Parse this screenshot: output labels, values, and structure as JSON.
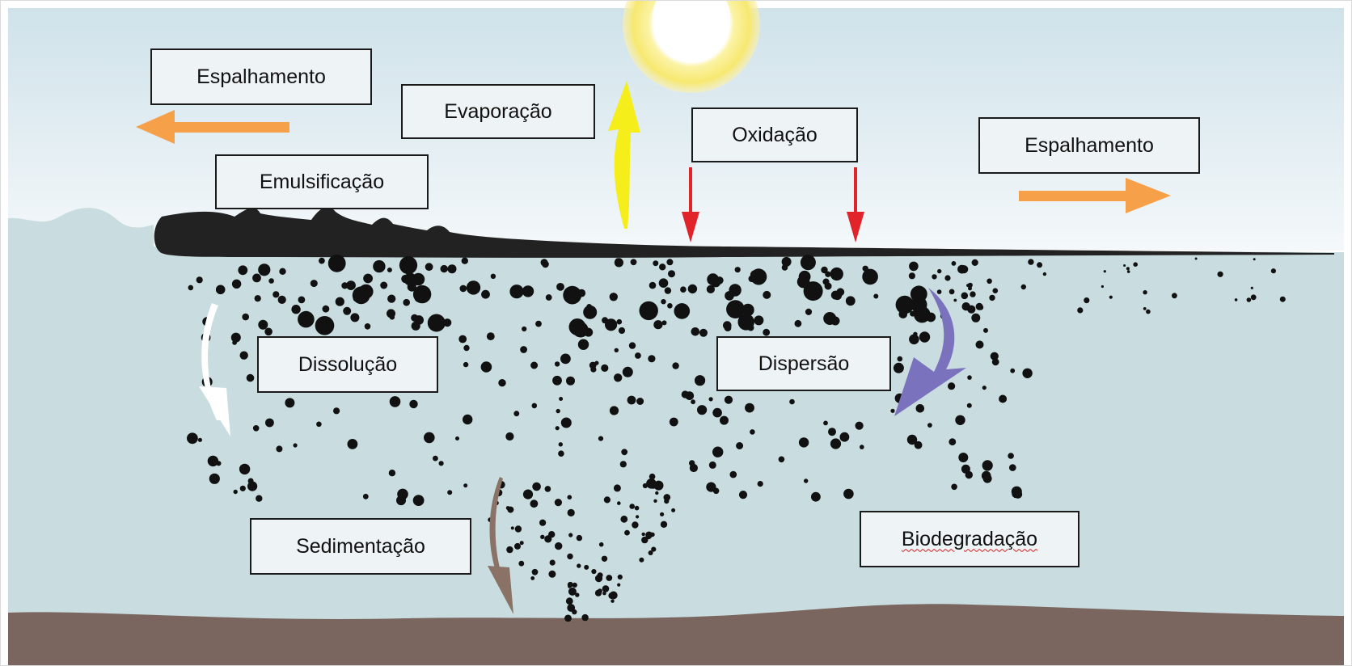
{
  "processes": {
    "spreading_left": "Espalhamento",
    "evaporation": "Evaporação",
    "oxidation": "Oxidação",
    "spreading_right": "Espalhamento",
    "emulsification": "Emulsificação",
    "dissolution": "Dissolução",
    "dispersion": "Dispersão",
    "sedimentation": "Sedimentação",
    "biodegradation": "Biodegradação"
  },
  "colors": {
    "sky_top": "#cfe2ea",
    "sky_bottom": "#f4f8fa",
    "water": "#c9dcdf",
    "seabed": "#7a665f",
    "oil": "#222222",
    "sun_ring": "#f7e870",
    "spreading_arrow": "#f7a04a",
    "evaporation_arrow": "#f5ee1a",
    "oxidation_arrow": "#e0242a",
    "dispersion_arrow": "#7b72bd",
    "dissolution_arrow": "#ffffff",
    "sedimentation_arrow": "#8a7266"
  }
}
